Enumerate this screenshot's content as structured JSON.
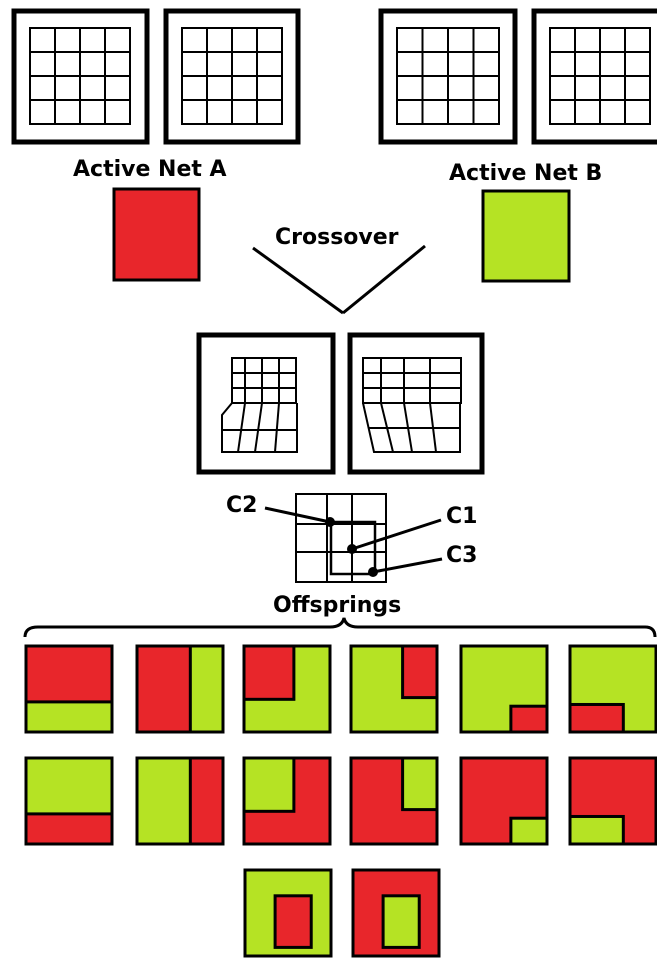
{
  "labels": {
    "net_a": "Active Net A",
    "net_b": "Active Net B",
    "crossover": "Crossover",
    "offsprings": "Offsprings",
    "c1": "C1",
    "c2": "C2",
    "c3": "C3"
  },
  "colors": {
    "net_a": "#e8262b",
    "net_b": "#b5e324",
    "outline": "#000000"
  },
  "offsprings": [
    "a-top-b-bottom",
    "a-left-b-right",
    "a-corner-tl",
    "b-corner-tl-a-topright",
    "b-bigcorner-a-small-br",
    "b-bigcorner-a-small-bl",
    "b-top-a-bottom",
    "b-left-a-right",
    "b-corner-tl-a-surround",
    "a-corner-b-topright",
    "a-bigcorner-b-small-br",
    "a-bigcorner-b-small-bl",
    "b-outer-a-inner",
    "a-outer-b-inner"
  ]
}
